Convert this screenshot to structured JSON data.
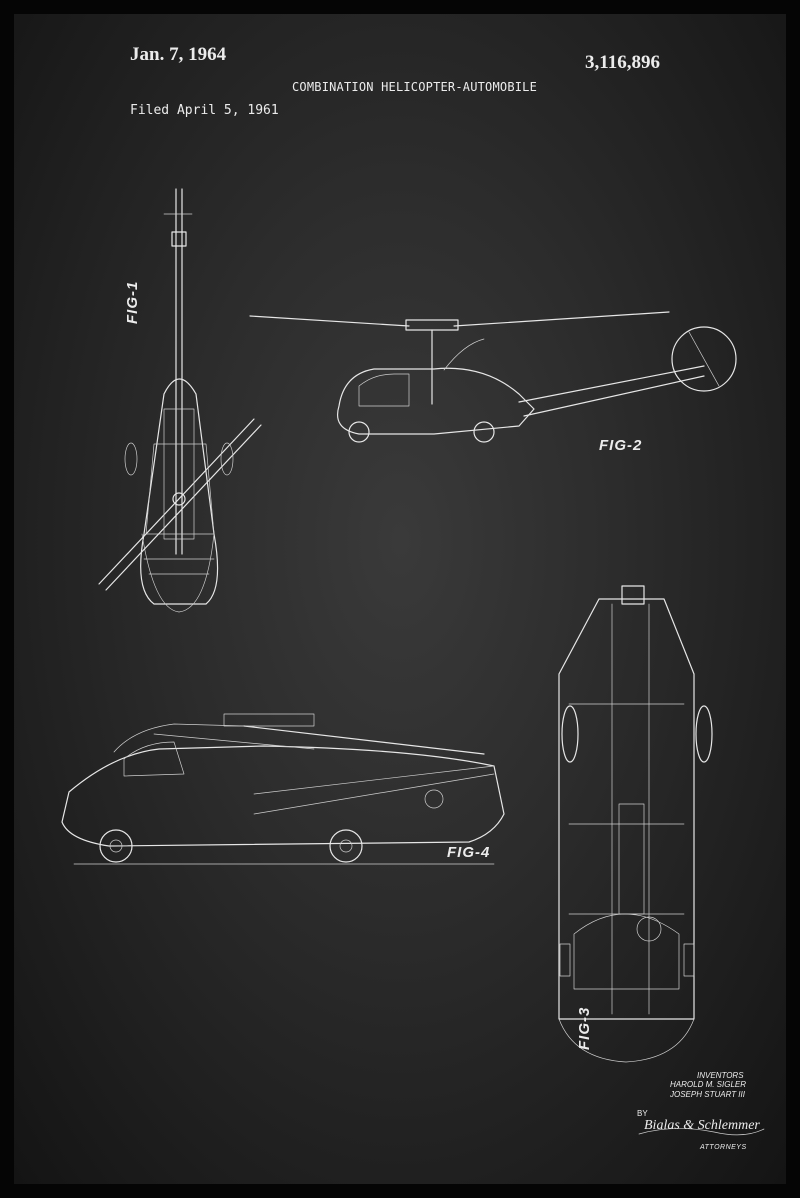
{
  "header": {
    "date": "Jan. 7, 1964",
    "patent_number": "3,116,896",
    "title": "COMBINATION HELICOPTER-AUTOMOBILE",
    "filed": "Filed April 5, 1961"
  },
  "figures": {
    "fig1": "FIG-1",
    "fig2": "FIG-2",
    "fig3": "FIG-3",
    "fig4": "FIG-4"
  },
  "signature_block": {
    "inventors_heading": "INVENTORS",
    "inventor_1": "HAROLD M. SIGLER",
    "inventor_2": "JOSEPH STUART III",
    "by": "BY",
    "attorneys_name": "Bialas & Schlemmer",
    "attorneys_heading": "ATTORNEYS"
  },
  "colors": {
    "background": "#2c2c2c",
    "ink": "#e6e6e6",
    "frame": "#050505"
  }
}
